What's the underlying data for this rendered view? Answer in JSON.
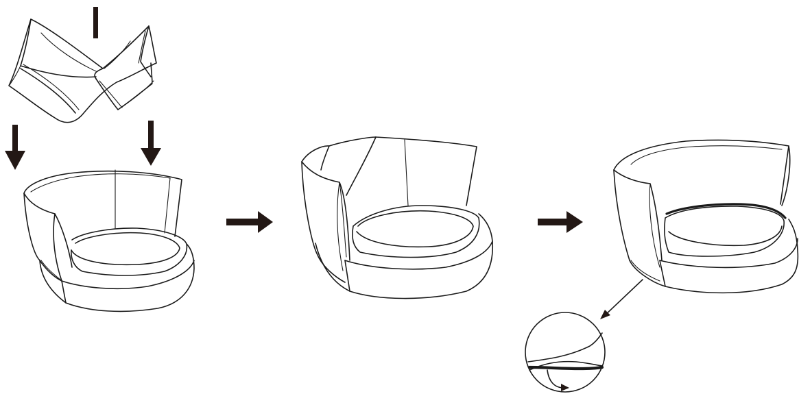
{
  "figure": {
    "kind": "assembly-instructions",
    "steps": [
      {
        "id": "step-1",
        "description_icons": [
          "cover-icon",
          "chair-icon",
          "down-arrow-icon"
        ]
      },
      {
        "id": "step-2",
        "description_icons": [
          "chair-partially-covered-icon"
        ]
      },
      {
        "id": "step-3",
        "description_icons": [
          "chair-fully-covered-icon",
          "detail-magnifier-icon"
        ]
      }
    ],
    "colors": {
      "line": "#1a1a1a",
      "arrow": "#231815",
      "background": "#ffffff"
    }
  }
}
